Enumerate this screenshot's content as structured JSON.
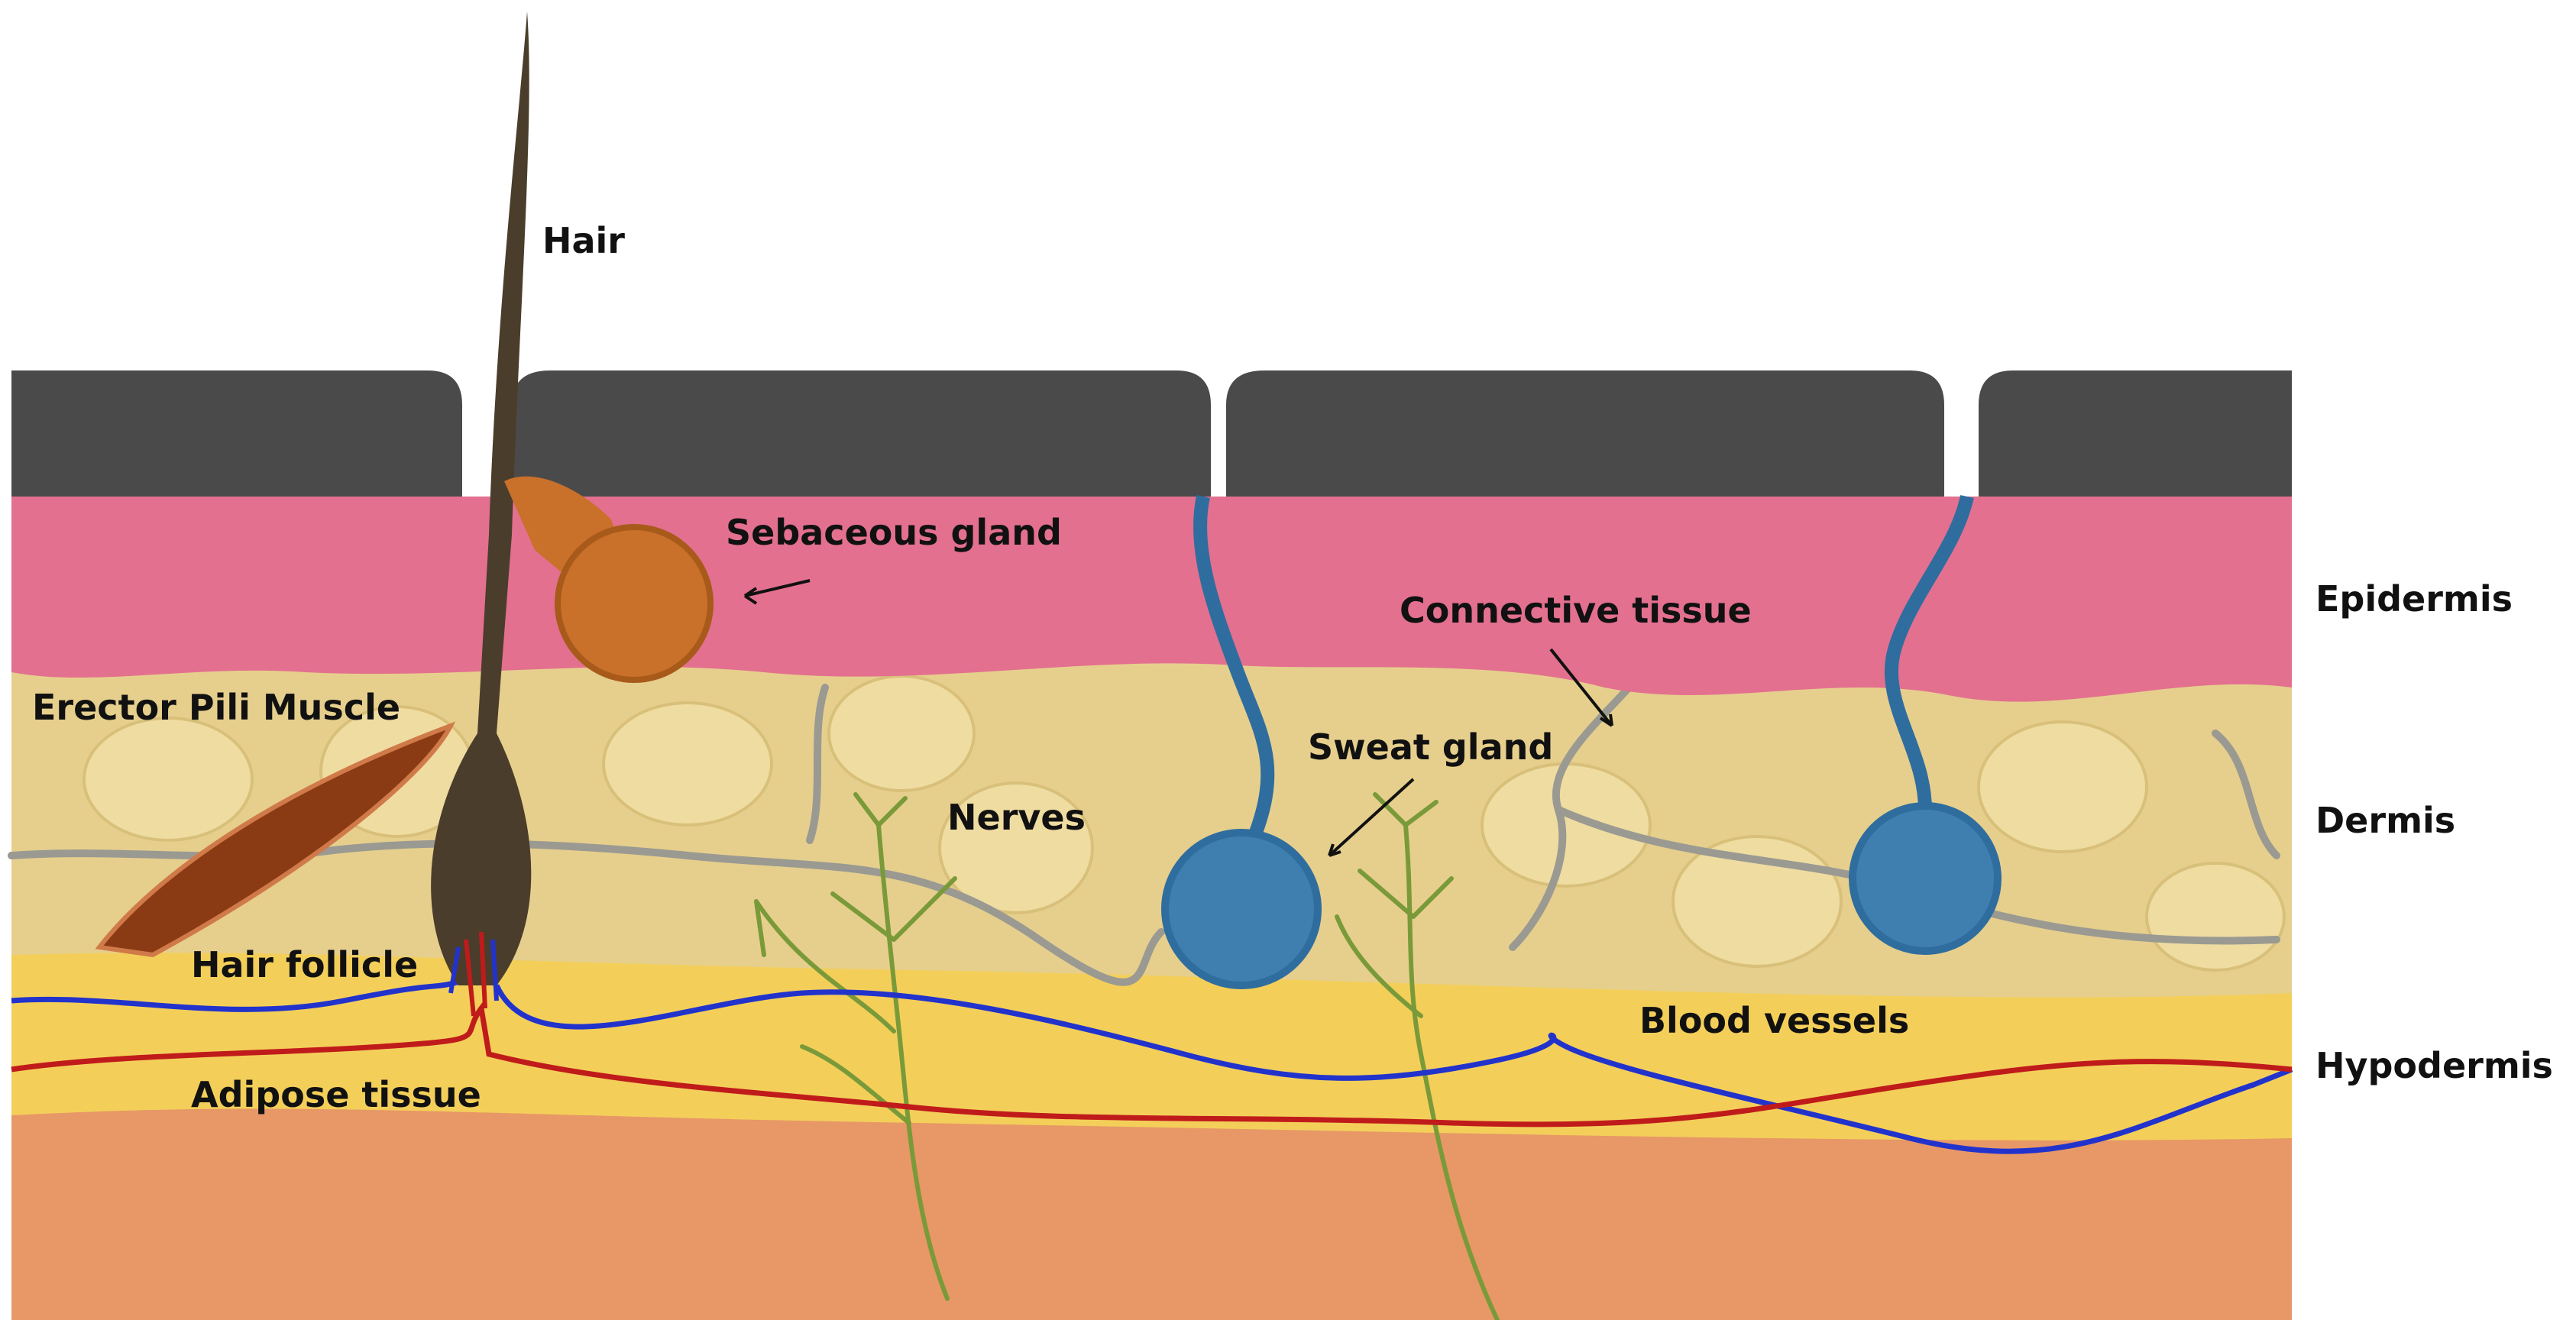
{
  "labels": {
    "hair": "Hair",
    "sebaceous_gland": "Sebaceous gland",
    "connective_tissue": "Connective tissue",
    "epidermis": "Epidermis",
    "erector_pili_muscle": "Erector Pili Muscle",
    "sweat_gland": "Sweat gland",
    "nerves": "Nerves",
    "dermis": "Dermis",
    "hair_follicle": "Hair follicle",
    "blood_vessels": "Blood vessels",
    "hypodermis": "Hypodermis",
    "adipose_tissue": "Adipose tissue"
  },
  "colors": {
    "stratum_corneum": "#4a4a4a",
    "epidermis": "#e3708f",
    "dermis": "#e6cf8d",
    "fat_layer": "#f3cf5a",
    "hypodermis": "#e79866",
    "hair": "#4a3d2b",
    "sebaceous_gland": "#c9702a",
    "erector_muscle": "#8b3b14",
    "sweat_gland": "#3f7fb0",
    "nerves": "#7a9a3a",
    "artery": "#c01b1b",
    "vein": "#2233cc",
    "connective_lines": "#9a9a92"
  }
}
